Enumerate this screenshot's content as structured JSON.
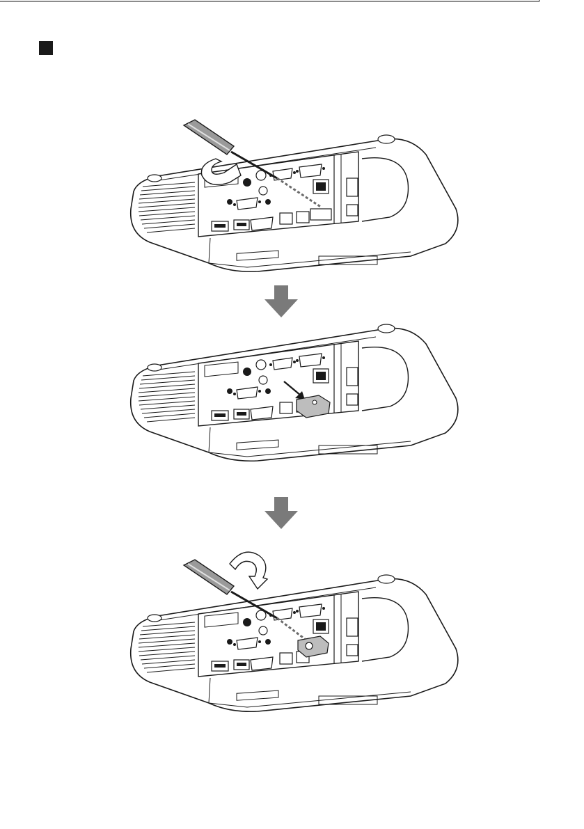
{
  "page": {
    "section_marker": "square-bullet-icon",
    "steps": [
      {
        "icon": "rotate-counterclockwise-arrow-icon",
        "tool": "screwdriver-icon",
        "action": "remove-screw"
      },
      {
        "icon": "insert-arrow-icon",
        "action": "attach-cover"
      },
      {
        "icon": "rotate-clockwise-arrow-icon",
        "tool": "screwdriver-icon",
        "action": "tighten-screw"
      }
    ],
    "step_separator_icon": "down-arrow-icon"
  },
  "colors": {
    "line": "#1a1a1a",
    "arrow_gray": "#7a7a7a",
    "part_gray": "#bdbdbd"
  }
}
